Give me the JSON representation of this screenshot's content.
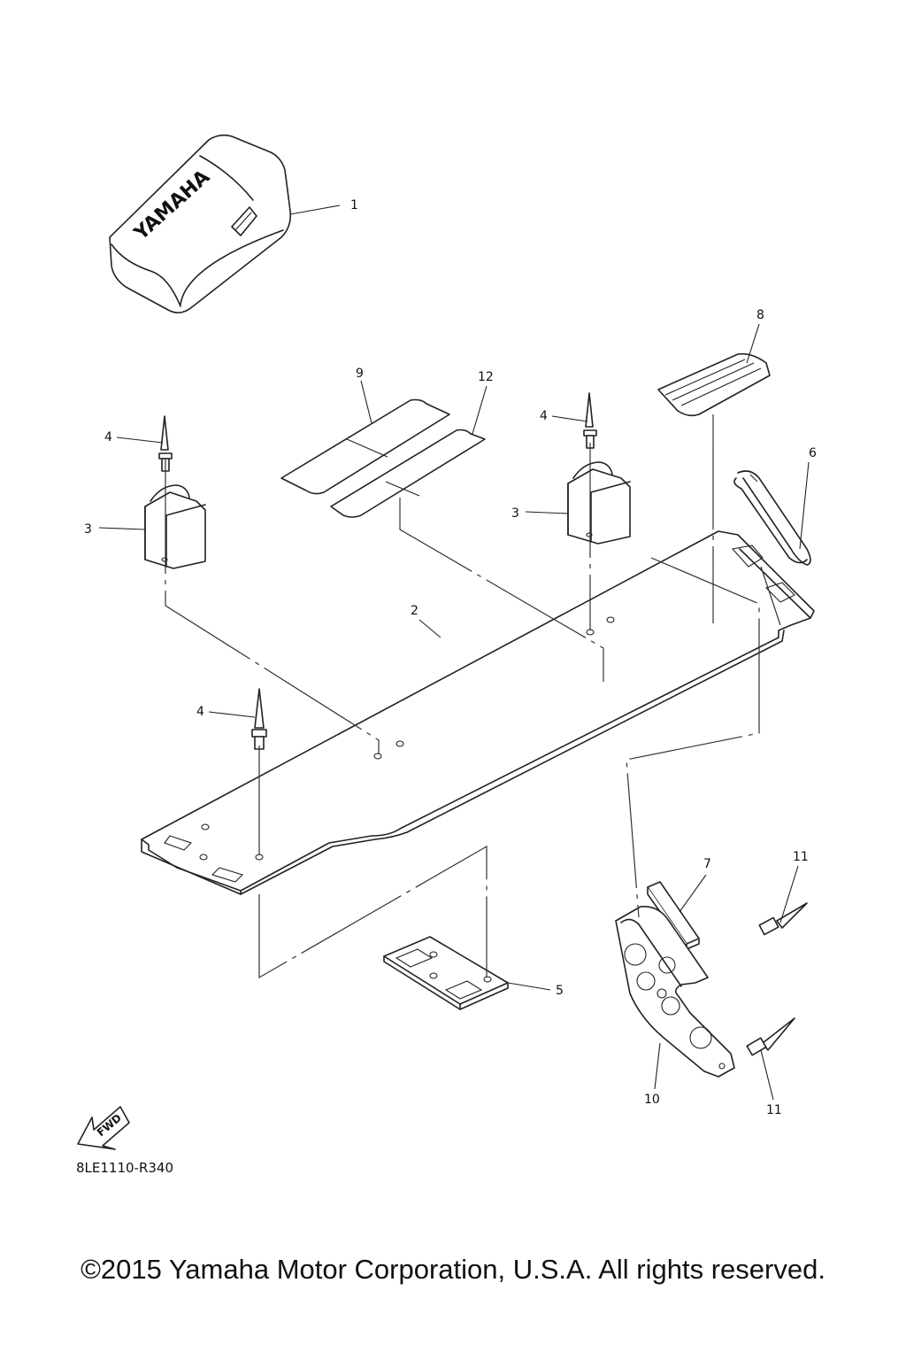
{
  "diagram": {
    "brand_text": "YAMAHA",
    "fwd_text": "FWD",
    "drawing_code": "8LE1110-R340",
    "callouts": [
      {
        "id": "c1",
        "label": "1"
      },
      {
        "id": "c2",
        "label": "2"
      },
      {
        "id": "c3a",
        "label": "3"
      },
      {
        "id": "c3b",
        "label": "3"
      },
      {
        "id": "c4a",
        "label": "4"
      },
      {
        "id": "c4b",
        "label": "4"
      },
      {
        "id": "c4c",
        "label": "4"
      },
      {
        "id": "c5",
        "label": "5"
      },
      {
        "id": "c6",
        "label": "6"
      },
      {
        "id": "c7",
        "label": "7"
      },
      {
        "id": "c8",
        "label": "8"
      },
      {
        "id": "c9",
        "label": "9"
      },
      {
        "id": "c10",
        "label": "10"
      },
      {
        "id": "c11a",
        "label": "11"
      },
      {
        "id": "c11b",
        "label": "11"
      },
      {
        "id": "c12",
        "label": "12"
      }
    ]
  },
  "footer": {
    "copyright": "©2015 Yamaha Motor Corporation, U.S.A. All rights reserved."
  }
}
